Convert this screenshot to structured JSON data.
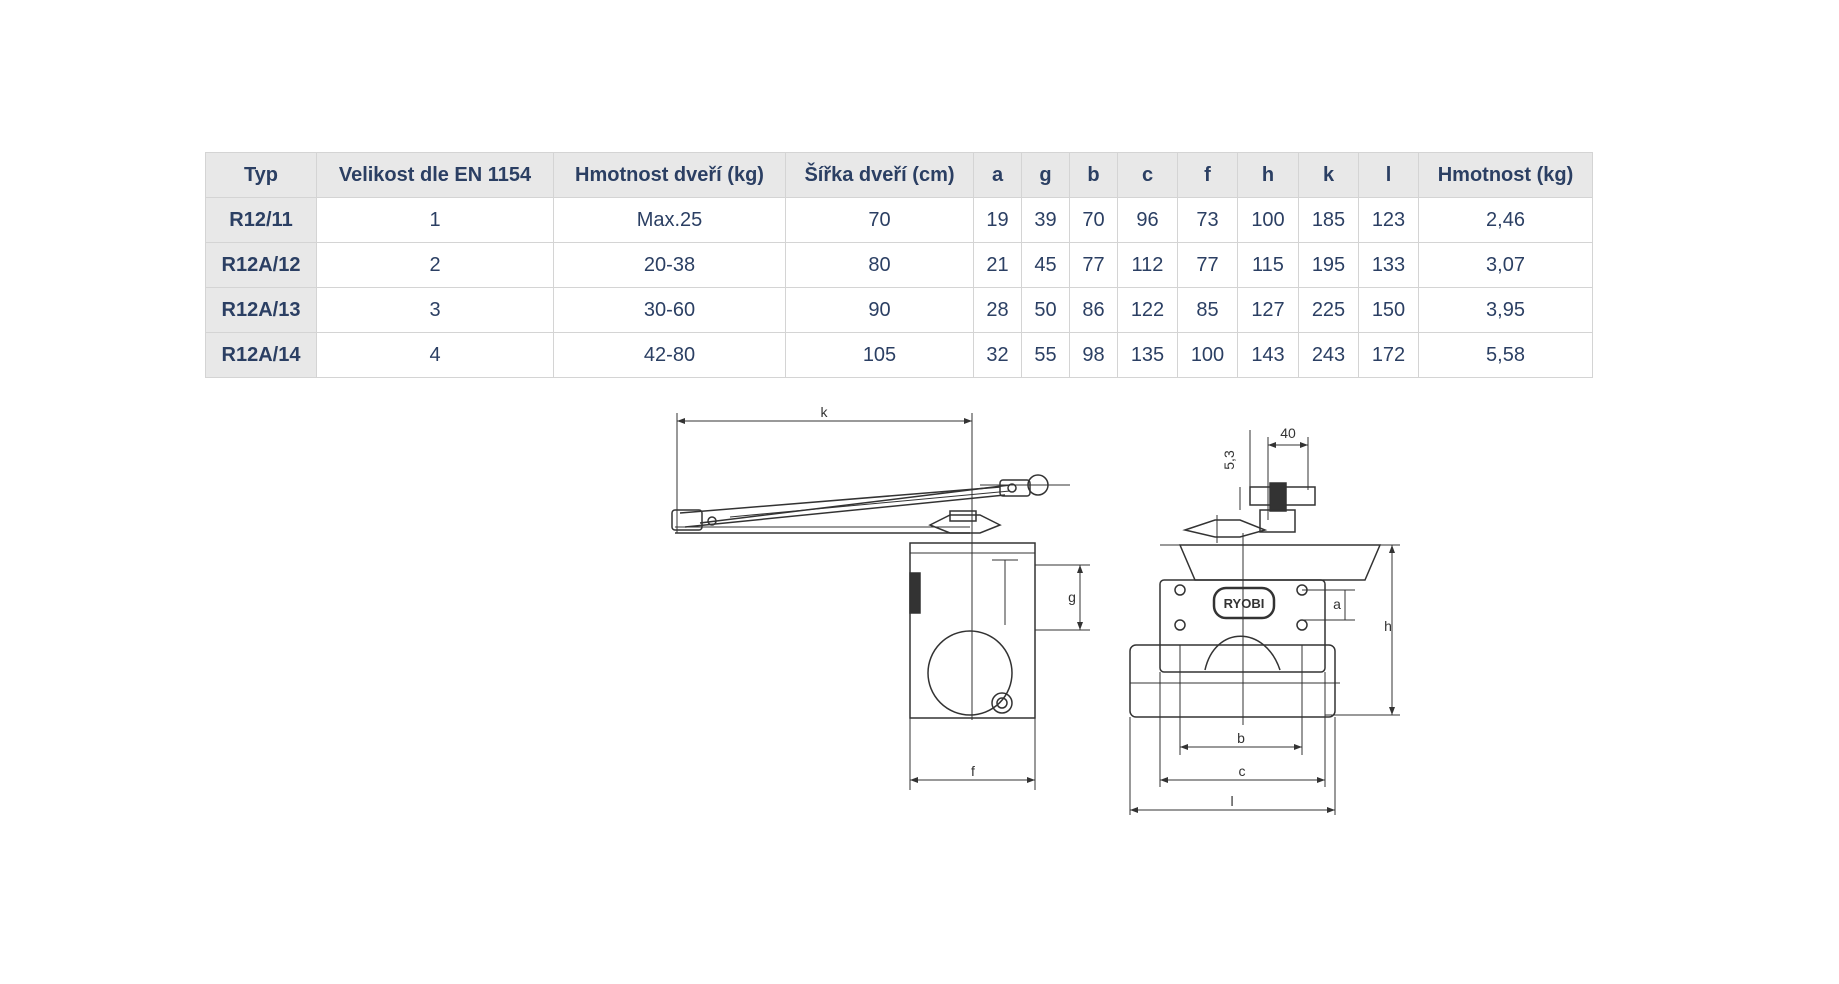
{
  "table": {
    "headers": [
      "Typ",
      "Velikost dle EN 1154",
      "Hmotnost dveří (kg)",
      "Šířka dveří (cm)",
      "a",
      "g",
      "b",
      "c",
      "f",
      "h",
      "k",
      "l",
      "Hmotnost (kg)"
    ],
    "rows": [
      [
        "R12/11",
        "1",
        "Max.25",
        "70",
        "19",
        "39",
        "70",
        "96",
        "73",
        "100",
        "185",
        "123",
        "2,46"
      ],
      [
        "R12A/12",
        "2",
        "20-38",
        "80",
        "21",
        "45",
        "77",
        "112",
        "77",
        "115",
        "195",
        "133",
        "3,07"
      ],
      [
        "R12A/13",
        "3",
        "30-60",
        "90",
        "28",
        "50",
        "86",
        "122",
        "85",
        "127",
        "225",
        "150",
        "3,95"
      ],
      [
        "R12A/14",
        "4",
        "42-80",
        "105",
        "32",
        "55",
        "98",
        "135",
        "100",
        "143",
        "243",
        "172",
        "5,58"
      ]
    ]
  },
  "drawing": {
    "labels": {
      "k": "k",
      "f": "f",
      "g": "g",
      "w40": "40",
      "w53": "5,3",
      "a": "a",
      "h": "h",
      "b": "b",
      "c": "c",
      "l": "l"
    },
    "logo_text": "RYOBI"
  }
}
